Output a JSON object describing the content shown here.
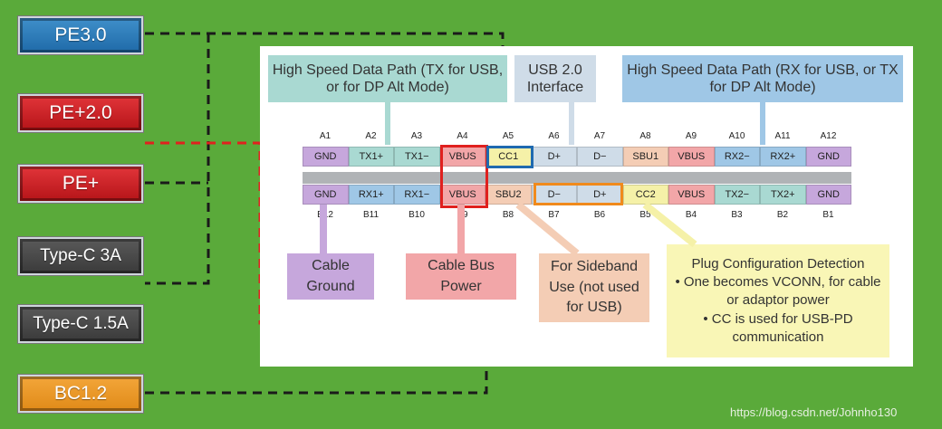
{
  "protocols": {
    "pe30": "PE3.0",
    "pe20": "PE+2.0",
    "pe": "PE+",
    "typec3a": "Type-C 3A",
    "typec15a": "Type-C 1.5A",
    "bc12": "BC1.2"
  },
  "headers": {
    "hs_tx": "High Speed Data Path (TX for USB, or for DP Alt Mode)",
    "usb2": "USB 2.0 Interface",
    "hs_rx": "High Speed Data Path (RX for USB, or TX for DP Alt Mode)"
  },
  "top_row": {
    "numbers": [
      "A1",
      "A2",
      "A3",
      "A4",
      "A5",
      "A6",
      "A7",
      "A8",
      "A9",
      "A10",
      "A11",
      "A12"
    ],
    "pins": [
      "GND",
      "TX1+",
      "TX1−",
      "VBUS",
      "CC1",
      "D+",
      "D−",
      "SBU1",
      "VBUS",
      "RX2−",
      "RX2+",
      "GND"
    ]
  },
  "bottom_row": {
    "numbers": [
      "B12",
      "B11",
      "B10",
      "B9",
      "B8",
      "B7",
      "B6",
      "B5",
      "B4",
      "B3",
      "B2",
      "B1"
    ],
    "pins": [
      "GND",
      "RX1+",
      "RX1−",
      "VBUS",
      "SBU2",
      "D−",
      "D+",
      "CC2",
      "VBUS",
      "TX2−",
      "TX2+",
      "GND"
    ]
  },
  "callouts": {
    "cable_ground": "Cable Ground",
    "bus_power": "Cable Bus Power",
    "sideband": "For Sideband Use (not used for USB)",
    "plug_title": "Plug Configuration Detection",
    "plug_b1": "• One becomes VCONN, for cable or adaptor power",
    "plug_b2": "• CC is used for USB-PD communication"
  },
  "watermark": "https://blog.csdn.net/Johnho130",
  "colors": {
    "background": "#5aaa3a",
    "gnd": "#c6a7dc",
    "tx": "#a9d9d2",
    "vbus": "#f2a6a8",
    "cc": "#f5f1a8",
    "usb2": "#cfdce8",
    "sbu": "#f4cdb5",
    "rx": "#9fc7e6",
    "highlight_red": "#e0201e",
    "highlight_blue": "#1f6ab0",
    "highlight_orange": "#f08a1c"
  }
}
